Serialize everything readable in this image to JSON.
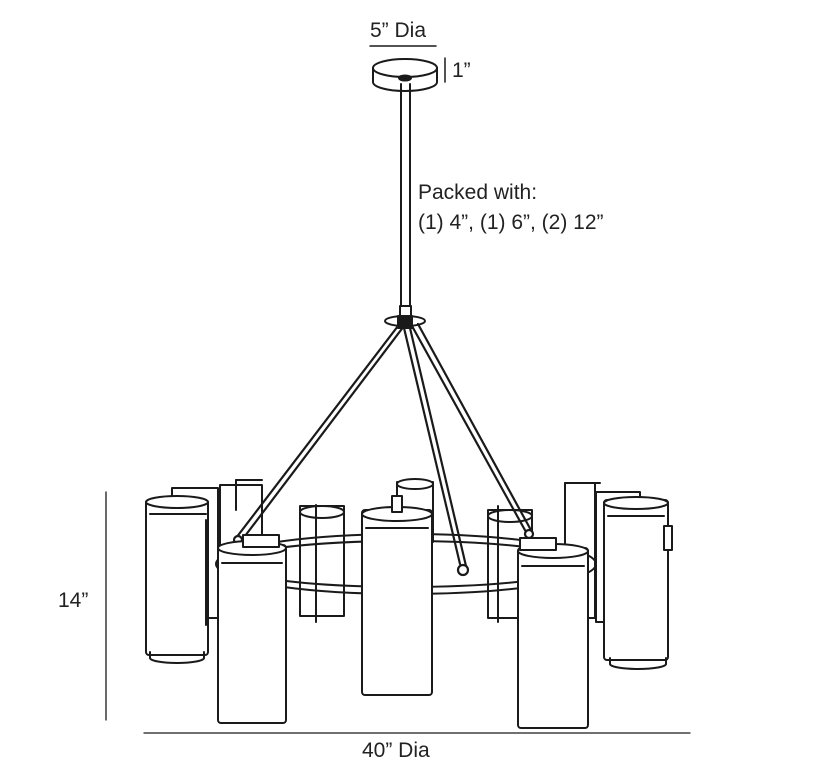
{
  "dimensions": {
    "canopy_diameter": "5” Dia",
    "canopy_height": "1”",
    "fixture_height": "14”",
    "fixture_diameter": "40” Dia"
  },
  "note": {
    "line1": "Packed with:",
    "line2": "(1) 4”, (1) 6”, (2) 12”"
  }
}
